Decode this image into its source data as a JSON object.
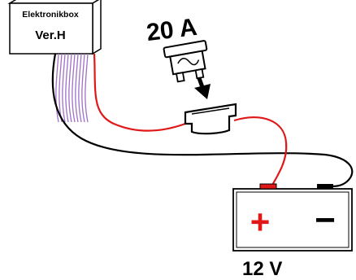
{
  "labels": {
    "box_title": "Elektronikbox",
    "box_version": "Ver.H",
    "fuse_rating": "20 A",
    "battery_voltage": "12 V",
    "battery_plus": "+",
    "battery_minus": "−"
  },
  "colors": {
    "positive_wire": "#e01818",
    "negative_wire": "#000000",
    "ribbon_wires": "#a070c8",
    "plus_sign": "#e01818",
    "minus_sign": "#000000"
  },
  "icons": {
    "fuse_insert_arrow": "arrow-down-icon",
    "fuse": "blade-fuse-icon",
    "fuse_holder": "inline-fuse-holder-icon"
  }
}
